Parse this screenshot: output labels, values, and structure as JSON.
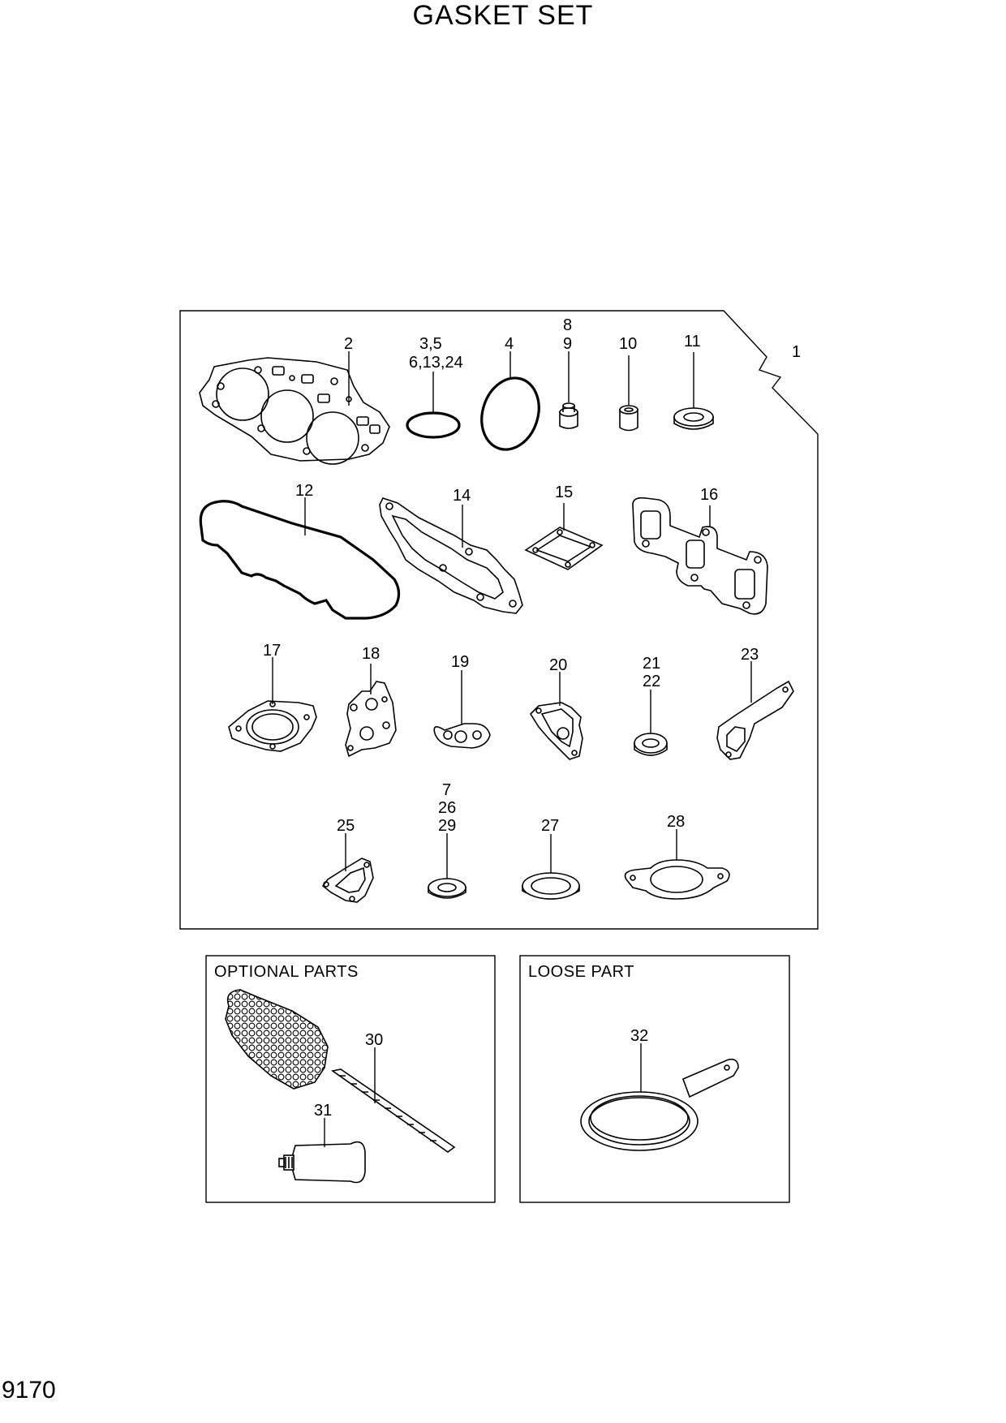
{
  "title": "GASKET SET",
  "page_number": "9170",
  "assembly_callout": "1",
  "callouts": {
    "c2": [
      "2"
    ],
    "c3": [
      "3,5",
      "6,13,24"
    ],
    "c4": [
      "4"
    ],
    "c8": [
      "8",
      "9"
    ],
    "c10": [
      "10"
    ],
    "c11": [
      "11"
    ],
    "c12": [
      "12"
    ],
    "c14": [
      "14"
    ],
    "c15": [
      "15"
    ],
    "c16": [
      "16"
    ],
    "c17": [
      "17"
    ],
    "c18": [
      "18"
    ],
    "c19": [
      "19"
    ],
    "c20": [
      "20"
    ],
    "c21": [
      "21",
      "22"
    ],
    "c23": [
      "23"
    ],
    "c25": [
      "25"
    ],
    "c7": [
      "7",
      "26",
      "29"
    ],
    "c27": [
      "27"
    ],
    "c28": [
      "28"
    ],
    "c30": [
      "30"
    ],
    "c31": [
      "31"
    ],
    "c32": [
      "32"
    ]
  },
  "optional_box": {
    "title": "OPTIONAL PARTS"
  },
  "loose_box": {
    "title": "LOOSE PART"
  }
}
